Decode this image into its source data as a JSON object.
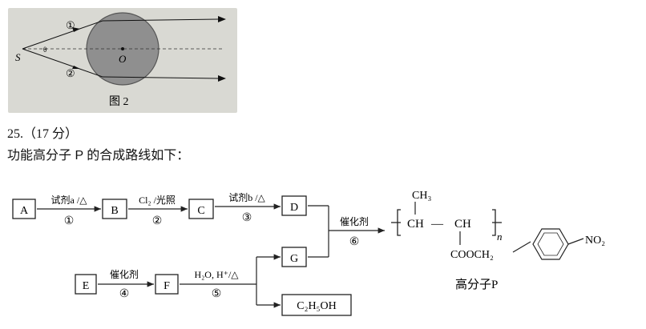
{
  "figure": {
    "caption": "图 2",
    "label_s": "S",
    "label_o": "O",
    "ray1": "①",
    "ray2": "②",
    "label_theta": "θ"
  },
  "question": {
    "number": "25.（17 分）",
    "stem": "功能高分子 P 的合成路线如下："
  },
  "route": {
    "A": "A",
    "B": "B",
    "C": "C",
    "D": "D",
    "E": "E",
    "F": "F",
    "G": "G",
    "ethanol": "C₂H₅OH",
    "step1_reagent": "试剂a /△",
    "step1_num": "①",
    "step2_reagent": "Cl₂ /光照",
    "step2_num": "②",
    "step3_reagent": "试剂b /△",
    "step3_num": "③",
    "step4_reagent": "催化剂",
    "step4_num": "④",
    "step5_reagent": "H₂O, H⁺/△",
    "step5_num": "⑤",
    "step6_reagent": "催化剂",
    "step6_num": "⑥"
  },
  "polymer": {
    "ch3": "CH₃",
    "ch": "CH",
    "dash": "—",
    "ch2": "CH",
    "n": "n",
    "ester": "COOCH₂",
    "no2": "NO₂",
    "caption": "高分子P"
  }
}
